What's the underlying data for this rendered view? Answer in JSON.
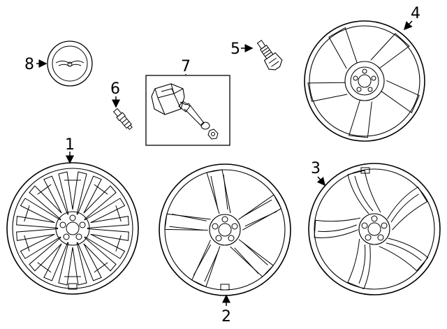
{
  "diagram": {
    "callouts": [
      {
        "id": "wheel-1",
        "label": "1"
      },
      {
        "id": "wheel-2",
        "label": "2"
      },
      {
        "id": "wheel-3",
        "label": "3"
      },
      {
        "id": "spare-wheel-4",
        "label": "4"
      },
      {
        "id": "tpms-valve-5",
        "label": "5"
      },
      {
        "id": "valve-stem-6",
        "label": "6"
      },
      {
        "id": "tpms-sensor-kit-7",
        "label": "7"
      },
      {
        "id": "center-cap-8",
        "label": "8"
      }
    ]
  }
}
